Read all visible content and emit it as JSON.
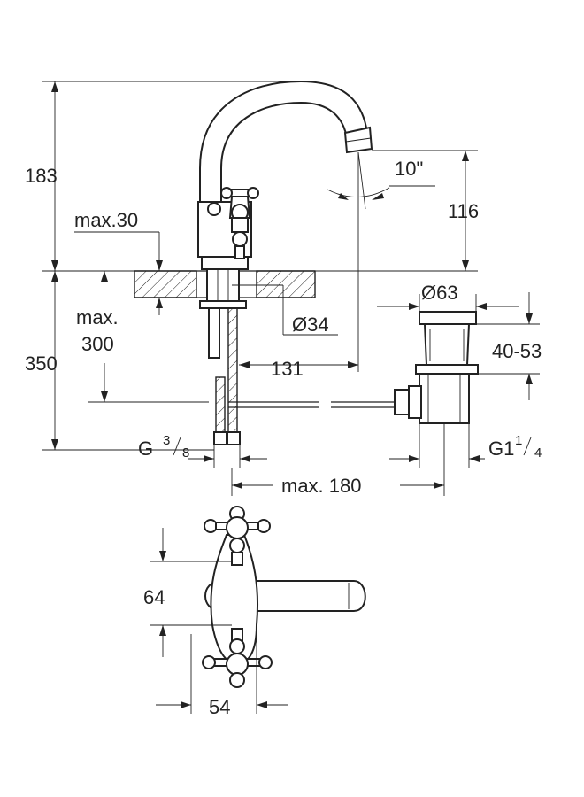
{
  "dimensions": {
    "total_height": "183",
    "max_deck": "max.30",
    "spout_angle": "10\"",
    "spout_height": "116",
    "hole_diameter": "Ø34",
    "below_max_line1": "max.",
    "below_max_line2": "300",
    "below_total": "350",
    "reach": "131",
    "waste_diameter": "Ø63",
    "waste_range": "40-53",
    "inlet_thread_prefix": "G",
    "inlet_thread_num": "3",
    "inlet_thread_den": "8",
    "waste_thread_prefix": "G1",
    "waste_thread_num": "1",
    "waste_thread_den": "4",
    "max_waste_offset": "max. 180",
    "handle_spacing": "64",
    "body_width": "54"
  },
  "colors": {
    "line": "#222222",
    "background": "#ffffff"
  }
}
